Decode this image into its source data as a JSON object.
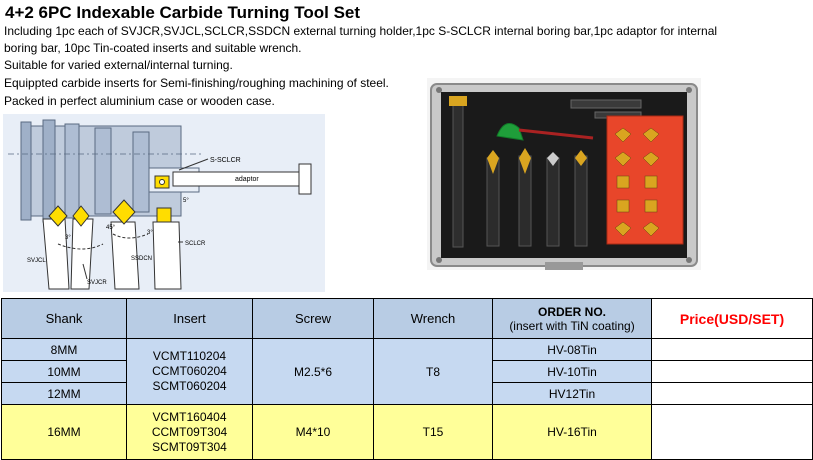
{
  "title": "4+2 6PC Indexable Carbide Turning Tool Set",
  "description": [
    "Including 1pc each of SVJCR,SVJCL,SCLCR,SSDCN external turning holder,1pc S-SCLCR internal boring bar,1pc adaptor for internal",
    "boring bar,  10pc Tin-coated inserts and suitable wrench.",
    "Suitable for varied external/internal turning.",
    "Equippted carbide inserts for Semi-finishing/roughing machining of steel.",
    "Packed in perfect aluminium case or wooden case."
  ],
  "diagram": {
    "labels": {
      "s_sclcr": "S-SCLCR",
      "adaptor": "adaptor",
      "svjcl": "SVJCL",
      "svjcr": "SVJCR",
      "ssdcn": "SSDCN",
      "sclcr": "SCLCR",
      "angle_a": "3°",
      "angle_b": "45°",
      "angle_c": "3°",
      "angle_d": "5°"
    }
  },
  "table": {
    "headers": {
      "shank": "Shank",
      "insert": "Insert",
      "screw": "Screw",
      "wrench": "Wrench",
      "order_line1": "ORDER NO.",
      "order_line2": "(insert with TiN coating)",
      "price": "Price(USD/SET)"
    },
    "group1": {
      "shanks": [
        "8MM",
        "10MM",
        "12MM"
      ],
      "inserts": [
        "VCMT110204",
        "CCMT060204",
        "SCMT060204"
      ],
      "screw": "M2.5*6",
      "wrench": "T8",
      "orders": [
        "HV-08Tin",
        "HV-10Tin",
        "HV12Tin"
      ]
    },
    "group2": {
      "shank": "16MM",
      "inserts": [
        "VCMT160404",
        "CCMT09T304",
        "SCMT09T304"
      ],
      "screw": "M4*10",
      "wrench": "T15",
      "order": "HV-16Tin"
    }
  }
}
